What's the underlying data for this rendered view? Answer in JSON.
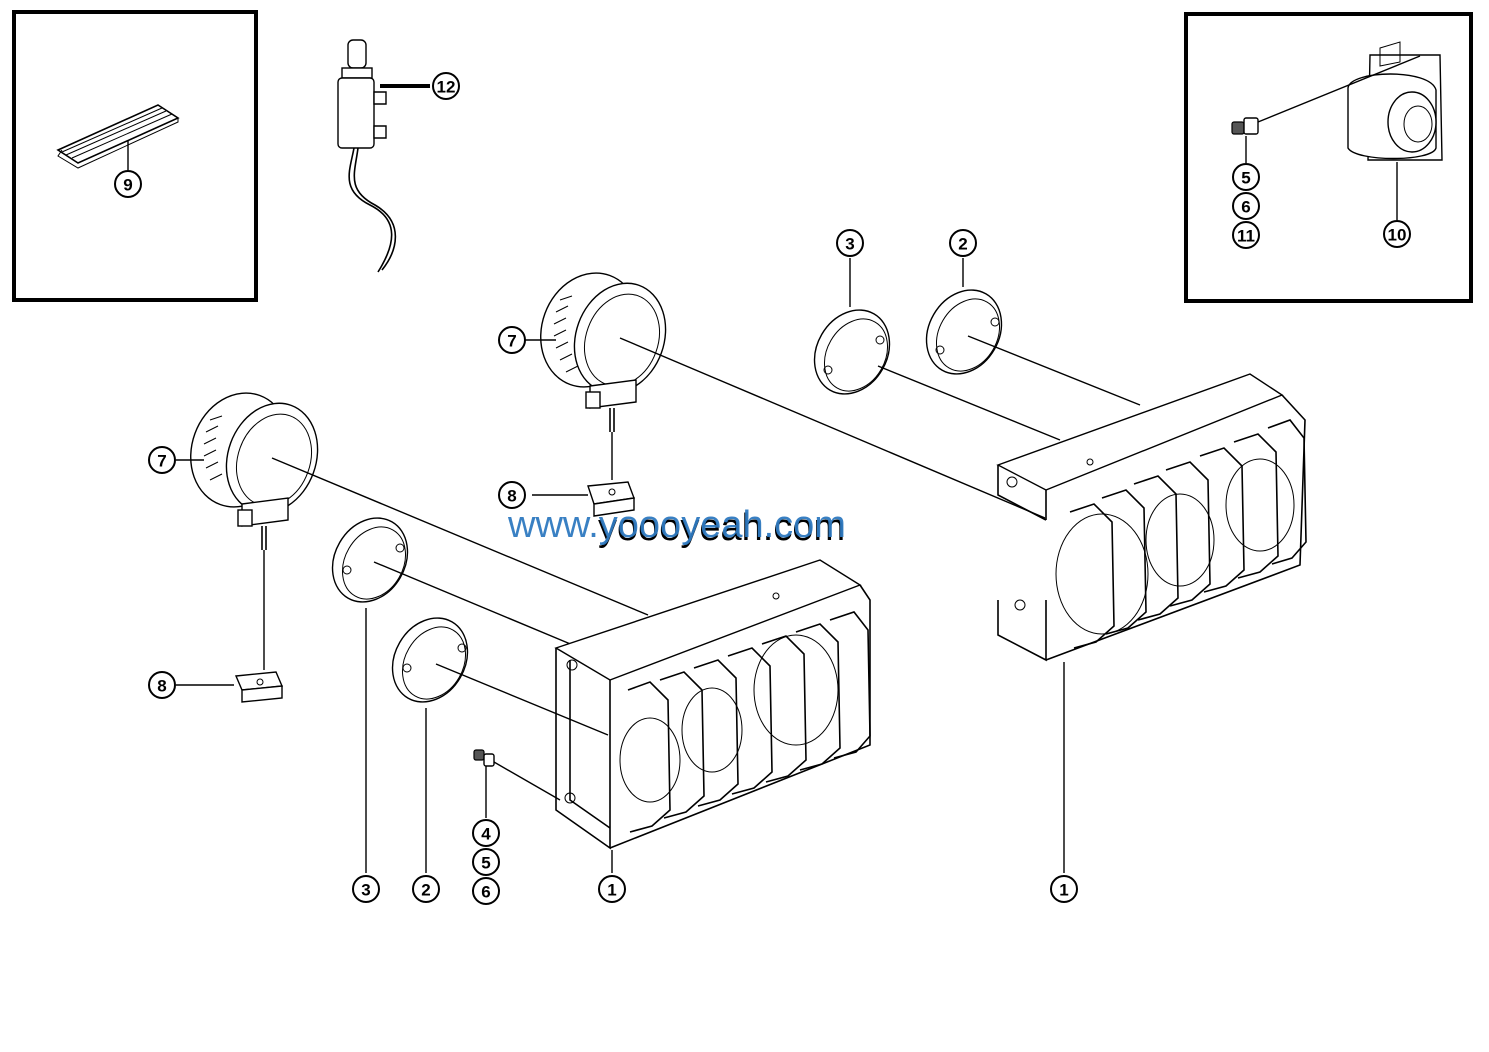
{
  "diagram": {
    "insets": [
      {
        "id": "inset-strip",
        "callouts": [
          "9"
        ]
      },
      {
        "id": "inset-alarm",
        "callouts": [
          "5",
          "6",
          "11",
          "10"
        ]
      }
    ],
    "callouts": [
      {
        "id": "c12",
        "label": "12"
      },
      {
        "id": "c9",
        "label": "9"
      },
      {
        "id": "c5a",
        "label": "5"
      },
      {
        "id": "c6a",
        "label": "6"
      },
      {
        "id": "c11",
        "label": "11"
      },
      {
        "id": "c10",
        "label": "10"
      },
      {
        "id": "c3a",
        "label": "3"
      },
      {
        "id": "c2a",
        "label": "2"
      },
      {
        "id": "c7a",
        "label": "7"
      },
      {
        "id": "c8a",
        "label": "8"
      },
      {
        "id": "c7b",
        "label": "7"
      },
      {
        "id": "c8b",
        "label": "8"
      },
      {
        "id": "c4",
        "label": "4"
      },
      {
        "id": "c5b",
        "label": "5"
      },
      {
        "id": "c6b",
        "label": "6"
      },
      {
        "id": "c3b",
        "label": "3"
      },
      {
        "id": "c2b",
        "label": "2"
      },
      {
        "id": "c1a",
        "label": "1"
      },
      {
        "id": "c1b",
        "label": "1"
      }
    ]
  },
  "watermark": {
    "blue": "www.yoooyeah.com",
    "black": "yoooyeah.com",
    "blue_color": "#2f7ac0",
    "black_color": "#000000"
  }
}
